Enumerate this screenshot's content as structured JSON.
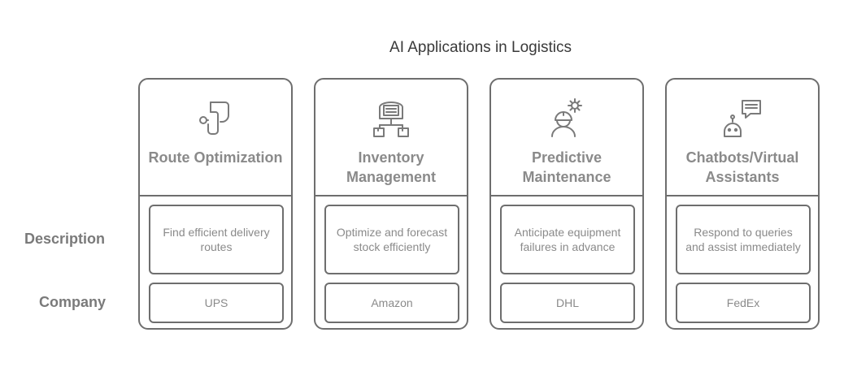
{
  "title": "AI Applications in Logistics",
  "row_labels": {
    "description": "Description",
    "company": "Company"
  },
  "cards": [
    {
      "heading": "Route Optimization",
      "icon": "route-icon",
      "description": "Find efficient delivery routes",
      "company": "UPS"
    },
    {
      "heading": "Inventory Management",
      "icon": "warehouse-icon",
      "description": "Optimize and forecast stock efficiently",
      "company": "Amazon"
    },
    {
      "heading": "Predictive Maintenance",
      "icon": "engineer-gear-icon",
      "description": "Anticipate equipment failures in advance",
      "company": "DHL"
    },
    {
      "heading": "Chatbots/Virtual Assistants",
      "icon": "chatbot-icon",
      "description": "Respond to queries and assist immediately",
      "company": "FedEx"
    }
  ],
  "colors": {
    "stroke": "#6e6e6e",
    "text": "#8a8a8a",
    "title": "#3a3a3a"
  }
}
